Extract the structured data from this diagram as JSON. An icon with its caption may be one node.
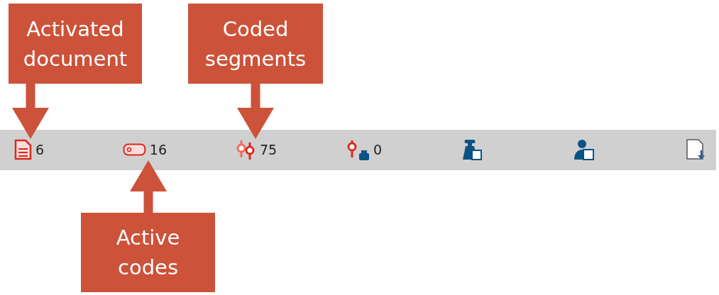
{
  "diagram": {
    "nodes": [
      {
        "text": [
          "Activated document"
        ]
      },
      {
        "text": [
          "Coded segments"
        ]
      },
      {
        "text": [],
        "shape": "bar"
      },
      {
        "text": [],
        "shape": "picture",
        "in": 2,
        "beside": [
          "6"
        ]
      },
      {
        "text": [],
        "shape": "picture",
        "in": 2,
        "beside": [
          "16"
        ]
      },
      {
        "text": [],
        "shape": "picture",
        "in": 2,
        "beside": [
          "75"
        ]
      },
      {
        "text": [],
        "shape": "picture",
        "in": 2,
        "beside": [
          "0"
        ]
      },
      {
        "text": [],
        "shape": "picture",
        "in": 2
      },
      {
        "text": [],
        "shape": "picture",
        "in": 2
      },
      {
        "text": [],
        "shape": "picture",
        "in": 2
      },
      {
        "text": [
          "Active codes"
        ]
      }
    ],
    "edges": [
      {
        "from": 0,
        "to": 3,
        "arrow": "to"
      },
      {
        "from": 1,
        "to": 5,
        "arrow": "to"
      },
      {
        "from": 10,
        "to": 4,
        "arrow": "to"
      }
    ]
  }
}
